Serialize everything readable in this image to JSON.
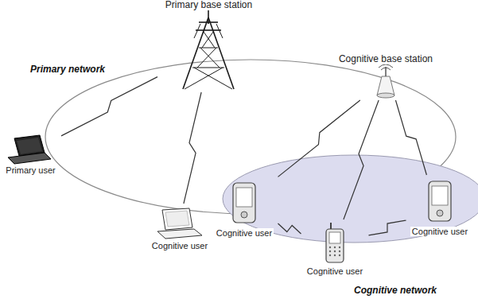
{
  "diagram": {
    "nodes": [
      {
        "text": [
          "Primary base station"
        ]
      },
      {
        "text": [
          "Cognitive base station"
        ]
      },
      {
        "text": [
          "Primary user"
        ]
      },
      {
        "text": [
          "Cognitive user"
        ]
      },
      {
        "text": [
          "Cognitive user"
        ]
      },
      {
        "text": [
          "Cognitive user"
        ]
      },
      {
        "text": [
          "Cognitive user"
        ]
      }
    ],
    "edges": [
      {
        "from": 0,
        "to": 2,
        "arrow": "none"
      },
      {
        "from": 0,
        "to": 3,
        "arrow": "none"
      },
      {
        "from": 1,
        "to": 4,
        "arrow": "none"
      },
      {
        "from": 1,
        "to": 5,
        "arrow": "none"
      },
      {
        "from": 1,
        "to": 6,
        "arrow": "none"
      },
      {
        "from": 4,
        "to": 5,
        "arrow": "none"
      },
      {
        "from": 5,
        "to": 6,
        "arrow": "none"
      }
    ],
    "labels": [
      "Primary network",
      "Cognitive network"
    ]
  }
}
